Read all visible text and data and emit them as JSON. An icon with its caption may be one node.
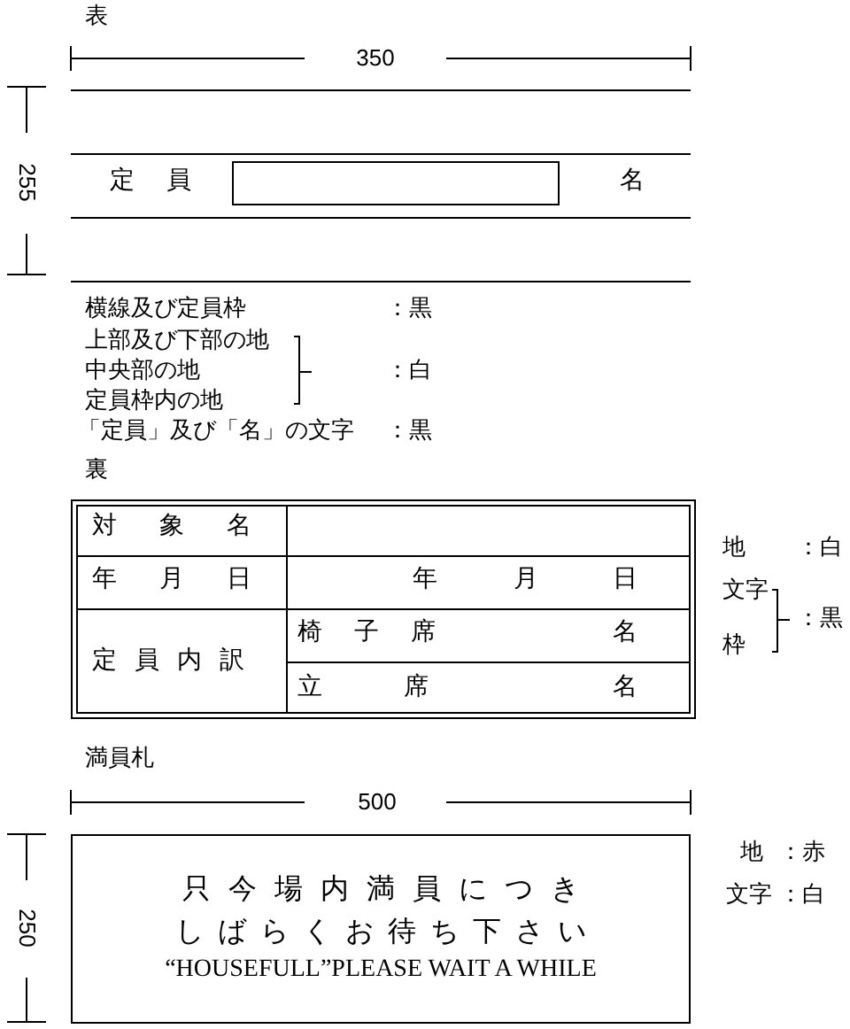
{
  "diagram": {
    "nodes": [
      {
        "text": [],
        "shape": "box"
      },
      {
        "text": [
          "只今場内満員につき",
          "しばらくお待ち下さい",
          "“HOUSEFULL”PLEASE WAIT A WHILE"
        ]
      }
    ],
    "edges": [],
    "labels": [
      "表",
      "350",
      "255",
      "定員",
      "名",
      "横線及び定員枠",
      "：黒",
      "上部及び下部の地",
      "中央部の地",
      "定員枠内の地",
      "：白",
      "「定員」及び「名」の文字",
      "：黒",
      "裏",
      "対象名",
      "年月日",
      "年",
      "月",
      "日",
      "定員内訳",
      "椅子席",
      "名",
      "立席",
      "名",
      "地",
      "：白",
      "文字",
      "枠",
      "：黒",
      "満員札",
      "500",
      "250",
      "地",
      "：赤",
      "文字",
      "：白"
    ]
  }
}
